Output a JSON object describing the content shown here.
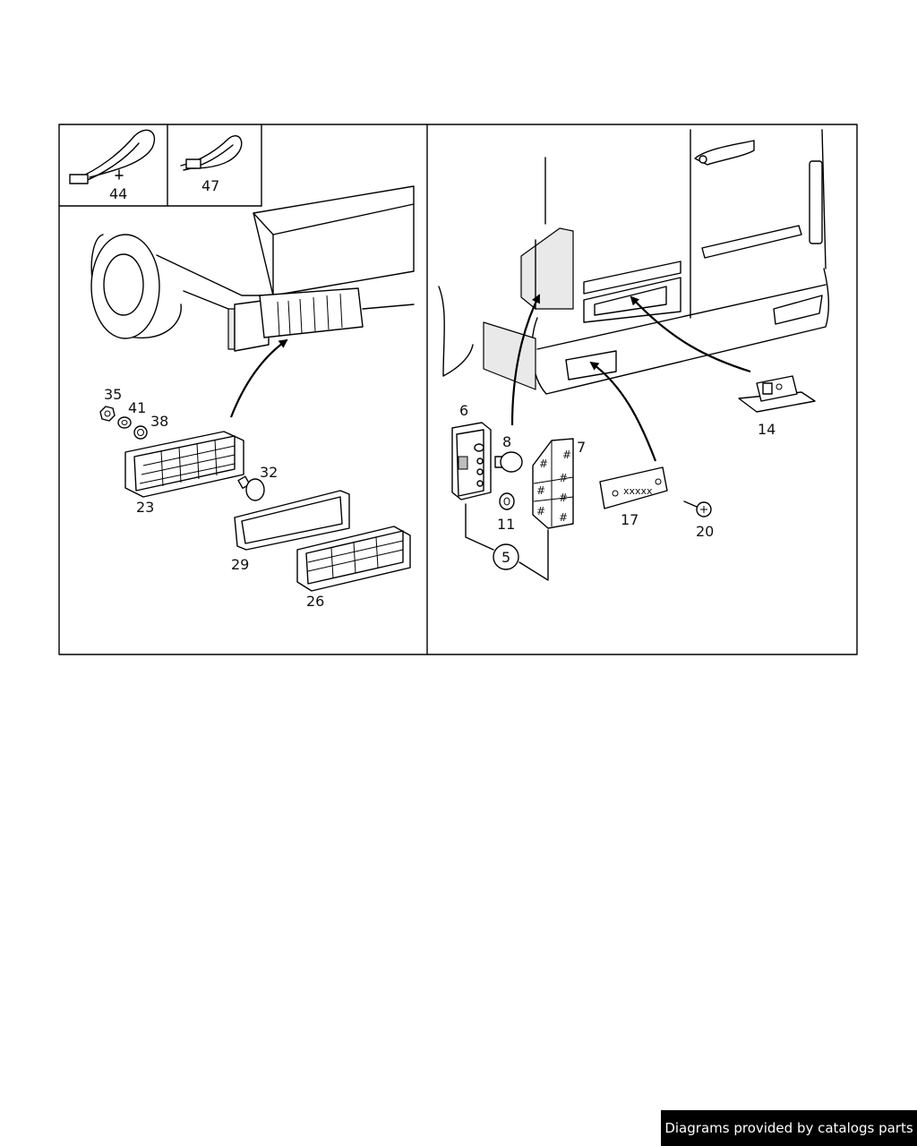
{
  "labels": {
    "p44": "44",
    "p47": "47",
    "p35": "35",
    "p41": "41",
    "p38": "38",
    "p32": "32",
    "p23": "23",
    "p29": "29",
    "p26": "26",
    "p6": "6",
    "p8": "8",
    "p7": "7",
    "p11": "11",
    "p5": "5",
    "p17": "17",
    "p20": "20",
    "p14": "14"
  },
  "footer": {
    "credit": "Diagrams provided by catalogs parts"
  }
}
